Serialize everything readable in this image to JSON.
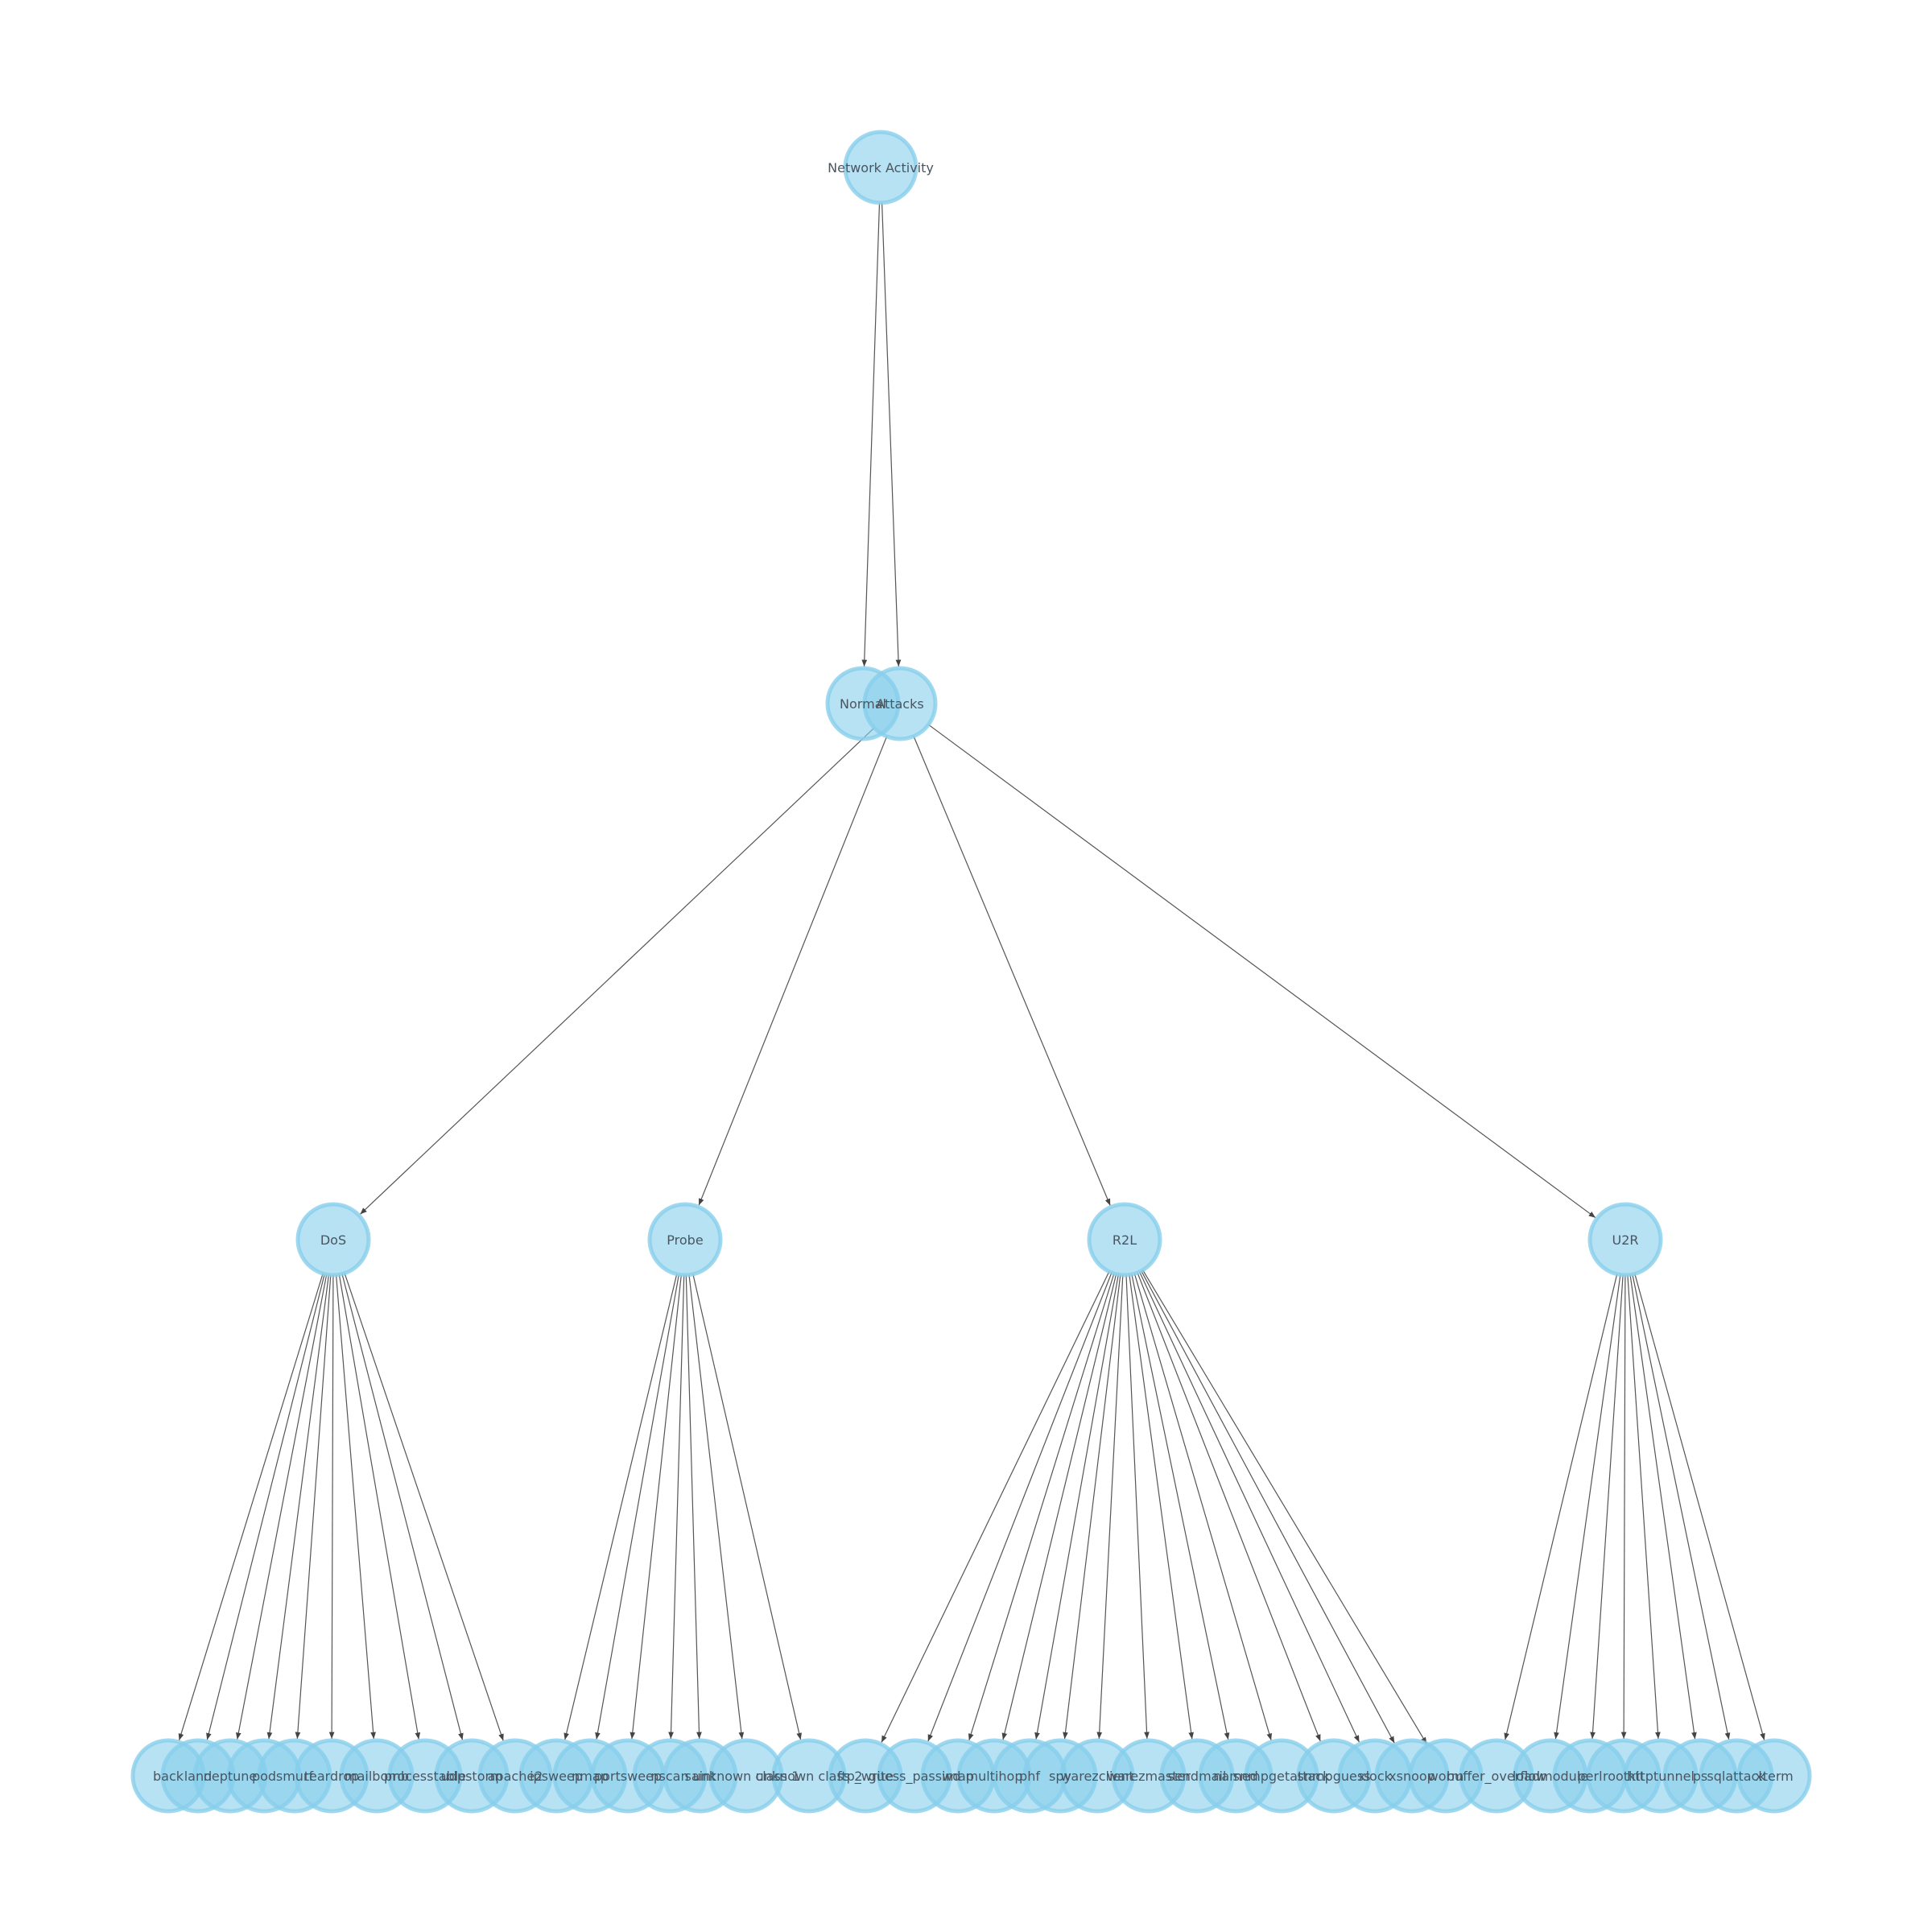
{
  "diagram": {
    "type": "tree",
    "colors": {
      "node_fill": "#87ceeb",
      "node_stroke": "#87ceeb",
      "edge": "#555555",
      "label": "#4a5560"
    },
    "levels": [
      [
        "Network Activity"
      ],
      [
        "Normal",
        "Attacks"
      ],
      [
        "DoS",
        "Probe",
        "R2L",
        "U2R"
      ],
      [
        "back",
        "land",
        "neptune",
        "pod",
        "smurf",
        "teardrop",
        "mailbomb",
        "processtable",
        "udpstorm",
        "apache2",
        "ipsweep",
        "nmap",
        "portsweep",
        "nscan",
        "saint",
        "unknown class 1",
        "unknown class 2",
        "ftp_write",
        "guess_passwd",
        "imap",
        "multihop",
        "phf",
        "spy",
        "warezclient",
        "warezmaster",
        "sendmail",
        "named",
        "snmpgetattack",
        "snmpguess",
        "xlock",
        "xsnoop",
        "worm",
        "buffer_overflow",
        "loadmodule",
        "perl",
        "rootkit",
        "httptunnel",
        "ps",
        "sqlattack",
        "xterm"
      ]
    ],
    "edges": [
      [
        "Network Activity",
        "Normal"
      ],
      [
        "Network Activity",
        "Attacks"
      ],
      [
        "Attacks",
        "DoS"
      ],
      [
        "Attacks",
        "Probe"
      ],
      [
        "Attacks",
        "R2L"
      ],
      [
        "Attacks",
        "U2R"
      ],
      [
        "DoS",
        "back"
      ],
      [
        "DoS",
        "land"
      ],
      [
        "DoS",
        "neptune"
      ],
      [
        "DoS",
        "pod"
      ],
      [
        "DoS",
        "smurf"
      ],
      [
        "DoS",
        "teardrop"
      ],
      [
        "DoS",
        "mailbomb"
      ],
      [
        "DoS",
        "processtable"
      ],
      [
        "DoS",
        "udpstorm"
      ],
      [
        "DoS",
        "apache2"
      ],
      [
        "Probe",
        "ipsweep"
      ],
      [
        "Probe",
        "nmap"
      ],
      [
        "Probe",
        "portsweep"
      ],
      [
        "Probe",
        "nscan"
      ],
      [
        "Probe",
        "saint"
      ],
      [
        "Probe",
        "unknown class 1"
      ],
      [
        "Probe",
        "unknown class 2"
      ],
      [
        "R2L",
        "ftp_write"
      ],
      [
        "R2L",
        "guess_passwd"
      ],
      [
        "R2L",
        "imap"
      ],
      [
        "R2L",
        "multihop"
      ],
      [
        "R2L",
        "phf"
      ],
      [
        "R2L",
        "spy"
      ],
      [
        "R2L",
        "warezclient"
      ],
      [
        "R2L",
        "warezmaster"
      ],
      [
        "R2L",
        "sendmail"
      ],
      [
        "R2L",
        "named"
      ],
      [
        "R2L",
        "snmpgetattack"
      ],
      [
        "R2L",
        "snmpguess"
      ],
      [
        "R2L",
        "xlock"
      ],
      [
        "R2L",
        "xsnoop"
      ],
      [
        "R2L",
        "worm"
      ],
      [
        "U2R",
        "buffer_overflow"
      ],
      [
        "U2R",
        "loadmodule"
      ],
      [
        "U2R",
        "perl"
      ],
      [
        "U2R",
        "rootkit"
      ],
      [
        "U2R",
        "httptunnel"
      ],
      [
        "U2R",
        "ps"
      ],
      [
        "U2R",
        "sqlattack"
      ],
      [
        "U2R",
        "xterm"
      ]
    ]
  }
}
